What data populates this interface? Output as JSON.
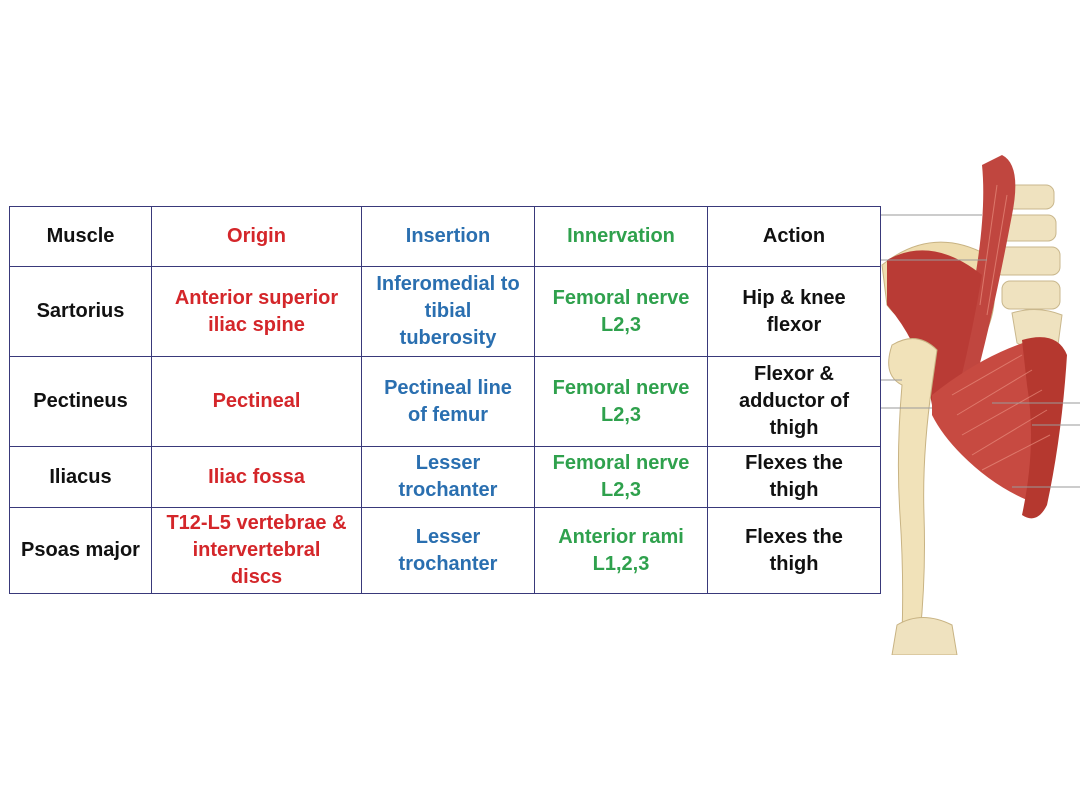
{
  "table": {
    "headers": [
      "Muscle",
      "Origin",
      "Insertion",
      "Innervation",
      "Action"
    ],
    "rows": [
      {
        "muscle": [
          "Sartorius"
        ],
        "origin": [
          "Anterior superior",
          "iliac spine"
        ],
        "insertion": [
          "Inferomedial to",
          "tibial",
          "tuberosity"
        ],
        "innervation": [
          "Femoral nerve",
          "L2,3"
        ],
        "action": [
          "Hip & knee",
          "flexor"
        ]
      },
      {
        "muscle": [
          "Pectineus"
        ],
        "origin": [
          "Pectineal"
        ],
        "insertion": [
          "Pectineal line",
          "of femur"
        ],
        "innervation": [
          "Femoral nerve",
          "L2,3"
        ],
        "action": [
          "Flexor &",
          "adductor of",
          "thigh"
        ]
      },
      {
        "muscle": [
          "Iliacus"
        ],
        "origin": [
          "Iliac fossa"
        ],
        "insertion": [
          "Lesser",
          "trochanter"
        ],
        "innervation": [
          "Femoral nerve",
          "L2,3"
        ],
        "action": [
          "Flexes the",
          "thigh"
        ]
      },
      {
        "muscle": [
          "Psoas major"
        ],
        "origin": [
          "T12-L5 vertebrae &",
          "intervertebral",
          "discs"
        ],
        "insertion": [
          "Lesser",
          "trochanter"
        ],
        "innervation": [
          "Anterior rami",
          "L1,2,3"
        ],
        "action": [
          "Flexes the",
          "thigh"
        ]
      }
    ]
  },
  "colors": {
    "muscle": "#111111",
    "origin": "#d4262a",
    "insertion": "#2a6fb0",
    "innervation": "#2fa14d",
    "action": "#111111",
    "border": "#39397a"
  },
  "illustration": {
    "icon": "hip-muscles-anatomy-illustration"
  }
}
